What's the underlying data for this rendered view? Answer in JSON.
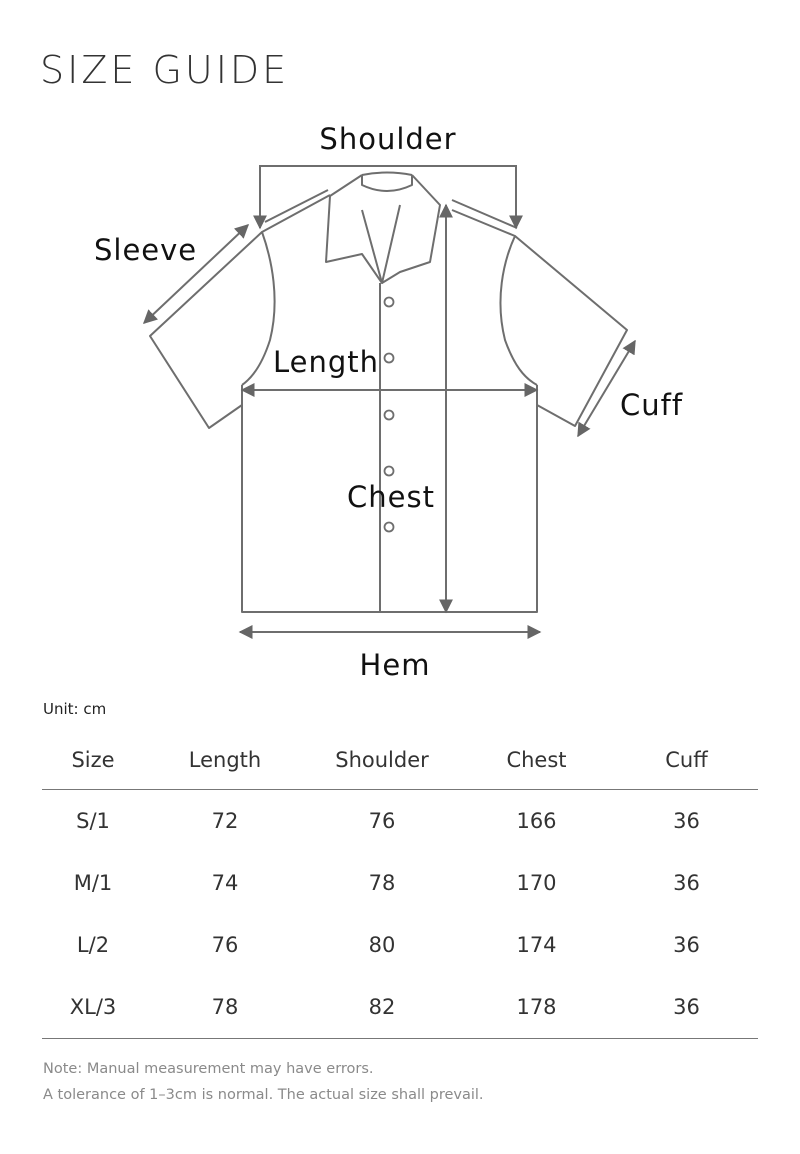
{
  "title": "SIZE GUIDE",
  "diagram": {
    "labels": {
      "shoulder": "Shoulder",
      "sleeve": "Sleeve",
      "length": "Length",
      "cuff": "Cuff",
      "chest": "Chest",
      "hem": "Hem"
    }
  },
  "unit": "Unit: cm",
  "table": {
    "headers": [
      "Size",
      "Length",
      "Shoulder",
      "Chest",
      "Cuff"
    ],
    "rows": [
      [
        "S/1",
        "72",
        "76",
        "166",
        "36"
      ],
      [
        "M/1",
        "74",
        "78",
        "170",
        "36"
      ],
      [
        "L/2",
        "76",
        "80",
        "174",
        "36"
      ],
      [
        "XL/3",
        "78",
        "82",
        "178",
        "36"
      ]
    ]
  },
  "notes": [
    "Note: Manual measurement may have errors.",
    "A tolerance of 1–3cm is normal. The actual size shall prevail."
  ]
}
